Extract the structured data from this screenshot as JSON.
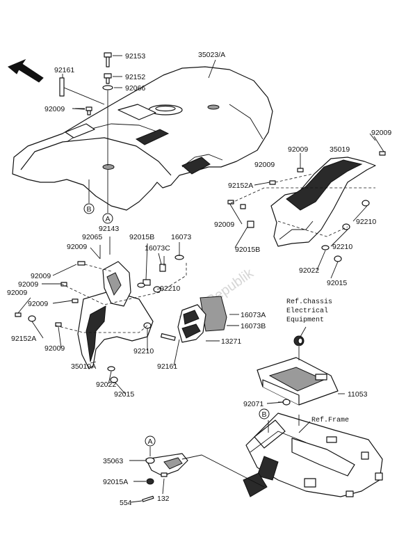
{
  "watermark": "PartsRepublik",
  "callouts": {
    "A": "A",
    "B": "B"
  },
  "references": {
    "chassis_line1": "Ref.Chassis",
    "chassis_line2": "Electrical",
    "chassis_line3": "Equipment",
    "frame": "Ref.Frame"
  },
  "labels": {
    "p92153": "92153",
    "p35023A": "35023/A",
    "p92161_top": "92161",
    "p92152": "92152",
    "p92066": "92066",
    "p92009_top": "92009",
    "p92009_right": "92009",
    "p92009_r2": "92009",
    "p35019": "35019",
    "p92009_r3": "92009",
    "p92152A_r": "92152A",
    "p92009_r4": "92009",
    "p92015B_r": "92015B",
    "p92210_r1": "92210",
    "p92210_r2": "92210",
    "p92022_r": "92022",
    "p92015_r": "92015",
    "p92143": "92143",
    "p92065": "92065",
    "p92015B_m": "92015B",
    "p16073": "16073",
    "p16073C": "16073C",
    "p92009_l1": "92009",
    "p92009_l2": "92009",
    "p92009_l3": "92009",
    "p92009_l4": "92009",
    "p92009_l5": "92009",
    "p92210_m": "92210",
    "p16073A": "16073A",
    "p16073B": "16073B",
    "p92152A_l": "92152A",
    "p92009_l6": "92009",
    "p13271": "13271",
    "p92210_b": "92210",
    "p35019A": "35019A",
    "p92161_b": "92161",
    "p92022_b": "92022",
    "p92015_b": "92015",
    "p92071": "92071",
    "p11053": "11053",
    "p35063": "35063",
    "p92015A": "92015A",
    "p132": "132",
    "p554": "554"
  }
}
